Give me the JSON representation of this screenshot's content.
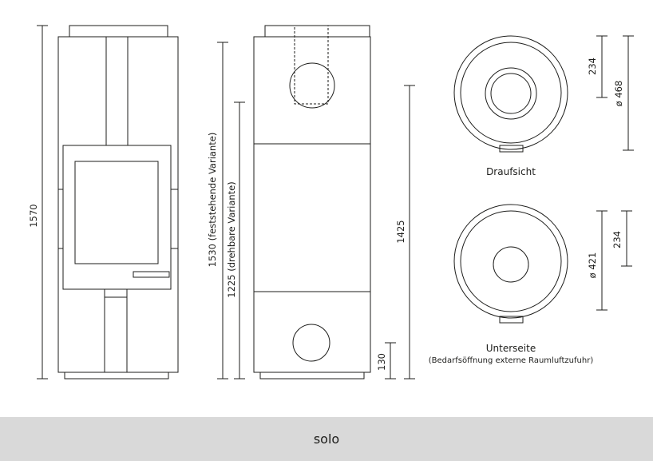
{
  "dimensions": {
    "total_height": "1570",
    "fixed_variant": "1530  (feststehende Variante)",
    "rotating_variant": "1225  (drehbare Variante)",
    "inlet_height": "1425",
    "base_opening": "130",
    "top_offset": "234",
    "top_diameter": "ø 468",
    "bottom_diameter": "ø 421",
    "bottom_offset": "234"
  },
  "views": {
    "top_view": "Draufsicht",
    "bottom_view": "Unterseite",
    "bottom_view_note": "(Bedarfsöffnung externe Raumluftzufuhr)"
  },
  "footer": {
    "label": "solo"
  },
  "colors": {
    "line": "#1d1d1b",
    "footer_bg": "#d9d9d9"
  }
}
